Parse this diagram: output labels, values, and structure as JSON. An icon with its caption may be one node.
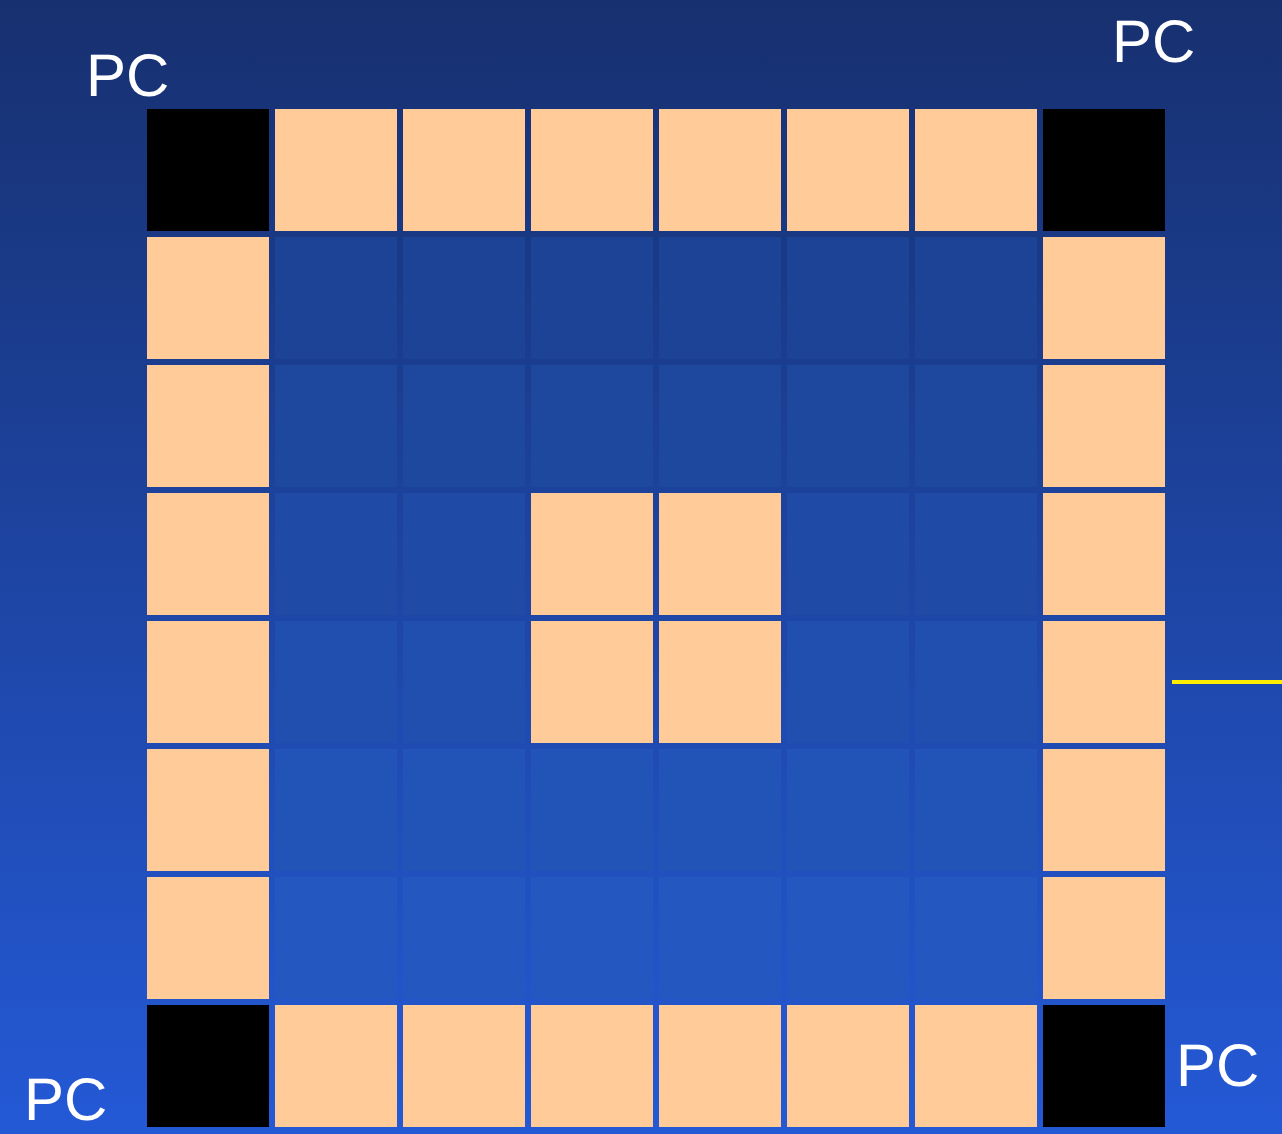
{
  "diagram": {
    "labels": [
      "PC",
      "PC",
      "PC",
      "PC"
    ]
  }
}
